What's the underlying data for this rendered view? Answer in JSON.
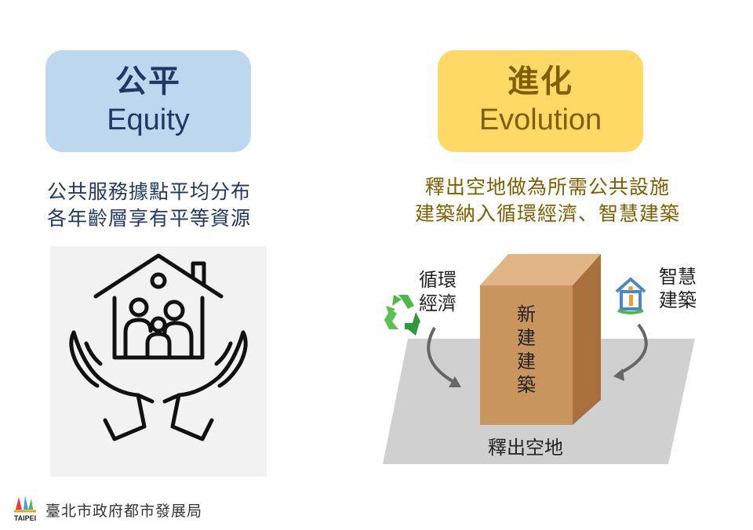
{
  "left": {
    "title_zh": "公平",
    "title_en": "Equity",
    "desc_line1": "公共服務據點平均分布",
    "desc_line2": "各年齡層享有平等資源",
    "icon": "house-family-hands-icon"
  },
  "right": {
    "title_zh": "進化",
    "title_en": "Evolution",
    "desc_line1": "釋出空地做為所需公共設施",
    "desc_line2": "建築納入循環經濟、智慧建築",
    "recycle_label_line1": "循環",
    "recycle_label_line2": "經濟",
    "smart_label_line1": "智慧",
    "smart_label_line2": "建築",
    "box_chars": [
      "新",
      "建",
      "建",
      "築"
    ],
    "ground_label": "釋出空地"
  },
  "footer": {
    "org": "臺北市政府都市發展局",
    "logo_text": "TAIPEI"
  },
  "colors": {
    "equity_bg": "#bdd7ee",
    "equity_text": "#1f3864",
    "evolution_bg": "#ffd966",
    "evolution_text": "#7f5f00",
    "box": "#c8955e",
    "ground": "#d0d0d0"
  }
}
